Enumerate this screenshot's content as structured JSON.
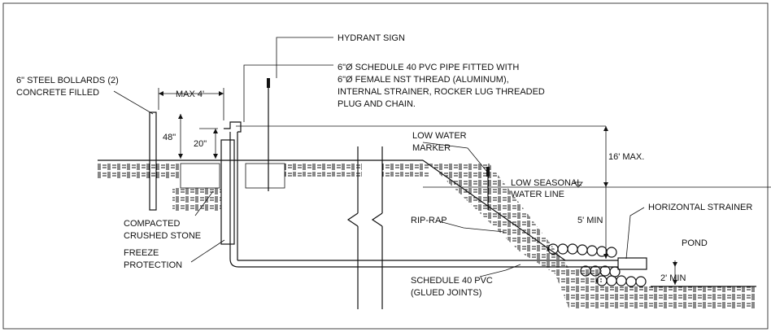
{
  "labels": {
    "hydrant_sign": "HYDRANT SIGN",
    "pipe_1": "6\"Ø SCHEDULE 40 PVC PIPE FITTED WITH",
    "pipe_2": "6\"Ø FEMALE NST THREAD (ALUMINUM),",
    "pipe_3": "INTERNAL STRAINER, ROCKER LUG THREADED",
    "pipe_4": "PLUG AND CHAIN.",
    "bollards_1": "6\" STEEL BOLLARDS (2)",
    "bollards_2": "CONCRETE FILLED",
    "max_4": "MAX 4'",
    "dim_48": "48\"",
    "dim_20": "20\"",
    "low_water_1": "LOW WATER",
    "low_water_2": "MARKER",
    "max_16": "16' MAX.",
    "low_seasonal_1": "LOW SEASONAL",
    "low_seasonal_2": "WATER LINE",
    "horizontal_strainer": "HORIZONTAL STRAINER",
    "rip_rap": "RIP-RAP",
    "min_5": "5' MIN",
    "pond": "POND",
    "min_2": "2' MIN",
    "crushed_1": "COMPACTED",
    "crushed_2": "CRUSHED STONE",
    "freeze_1": "FREEZE",
    "freeze_2": "PROTECTION",
    "sched40_1": "SCHEDULE 40 PVC",
    "sched40_2": "(GLUED JOINTS)"
  }
}
